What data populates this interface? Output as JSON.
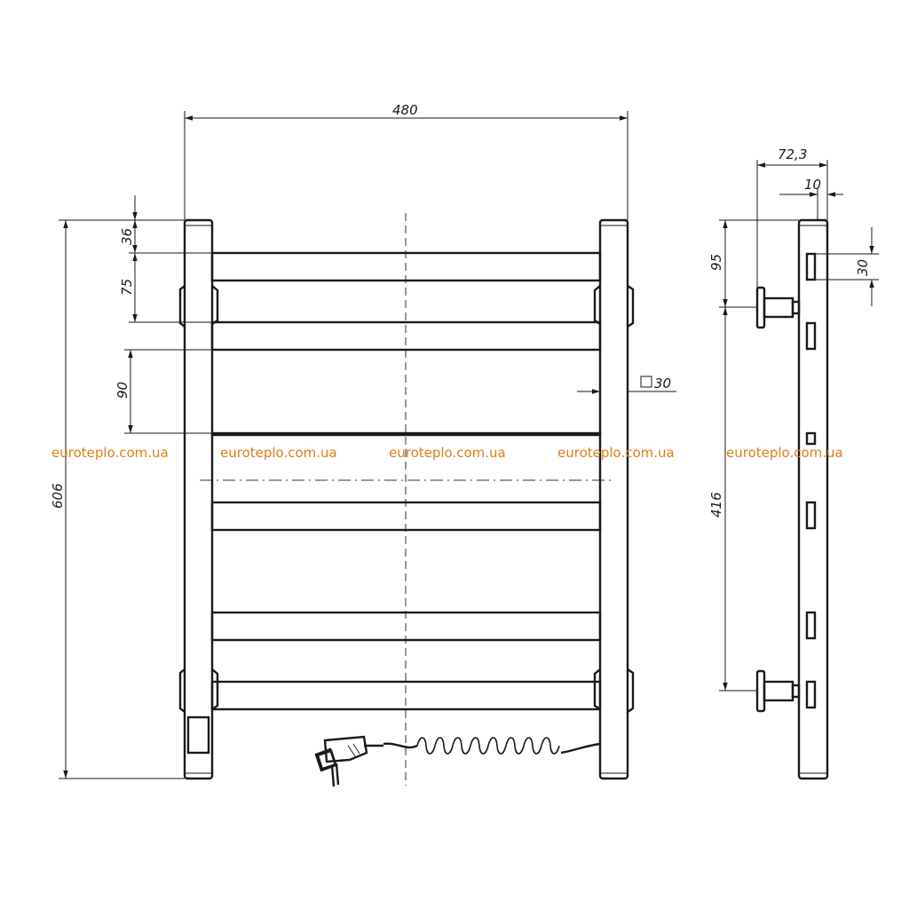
{
  "dimensions": {
    "width": "480",
    "height": "606",
    "top_offset": "36",
    "bar_gap_1": "75",
    "bar_gap_2": "90",
    "profile": "30",
    "depth": "72,3",
    "bracket_depth": "10",
    "side_top": "95",
    "side_bar": "30",
    "mount_distance": "416"
  },
  "watermarks": [
    "euroteplo.com.ua",
    "euroteplo.com.ua",
    "euroteplo.com.ua",
    "euroteplo.com.ua",
    "euroteplo.com.ua"
  ],
  "colors": {
    "line": "#1a1a1a",
    "watermark": "#e07e18"
  }
}
